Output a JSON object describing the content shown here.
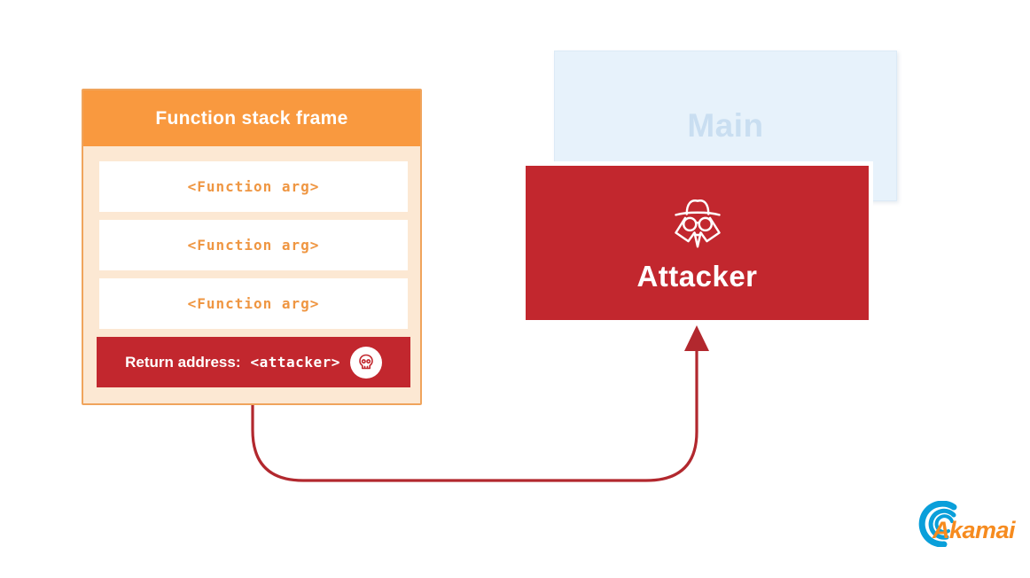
{
  "diagram": {
    "stack_frame": {
      "title": "Function stack frame",
      "args": [
        "<Function arg>",
        "<Function arg>",
        "<Function arg>"
      ],
      "return_row": {
        "label": "Return address: ",
        "value": "<attacker>",
        "icon": "skull-icon"
      }
    },
    "main_box": {
      "label": "Main"
    },
    "attacker_box": {
      "label": "Attacker",
      "icon": "spy-icon"
    },
    "arrow": {
      "from": "return-address-row",
      "to": "attacker-box"
    },
    "logo": {
      "text": "Akamai",
      "icon": "akamai-swoosh-icon"
    }
  },
  "colors": {
    "frame_header_orange": "#F9993F",
    "frame_body_peach": "#FCE8D3",
    "frame_border_orange": "#F0A45C",
    "arg_text_orange": "#EF9642",
    "danger_red": "#C2272E",
    "arrow_red": "#B2282E",
    "main_box_bg": "#E7F2FB",
    "main_box_text": "#C9DEF1",
    "logo_blue": "#0A9FDA",
    "logo_orange": "#F68B1F",
    "white": "#FFFFFF"
  }
}
